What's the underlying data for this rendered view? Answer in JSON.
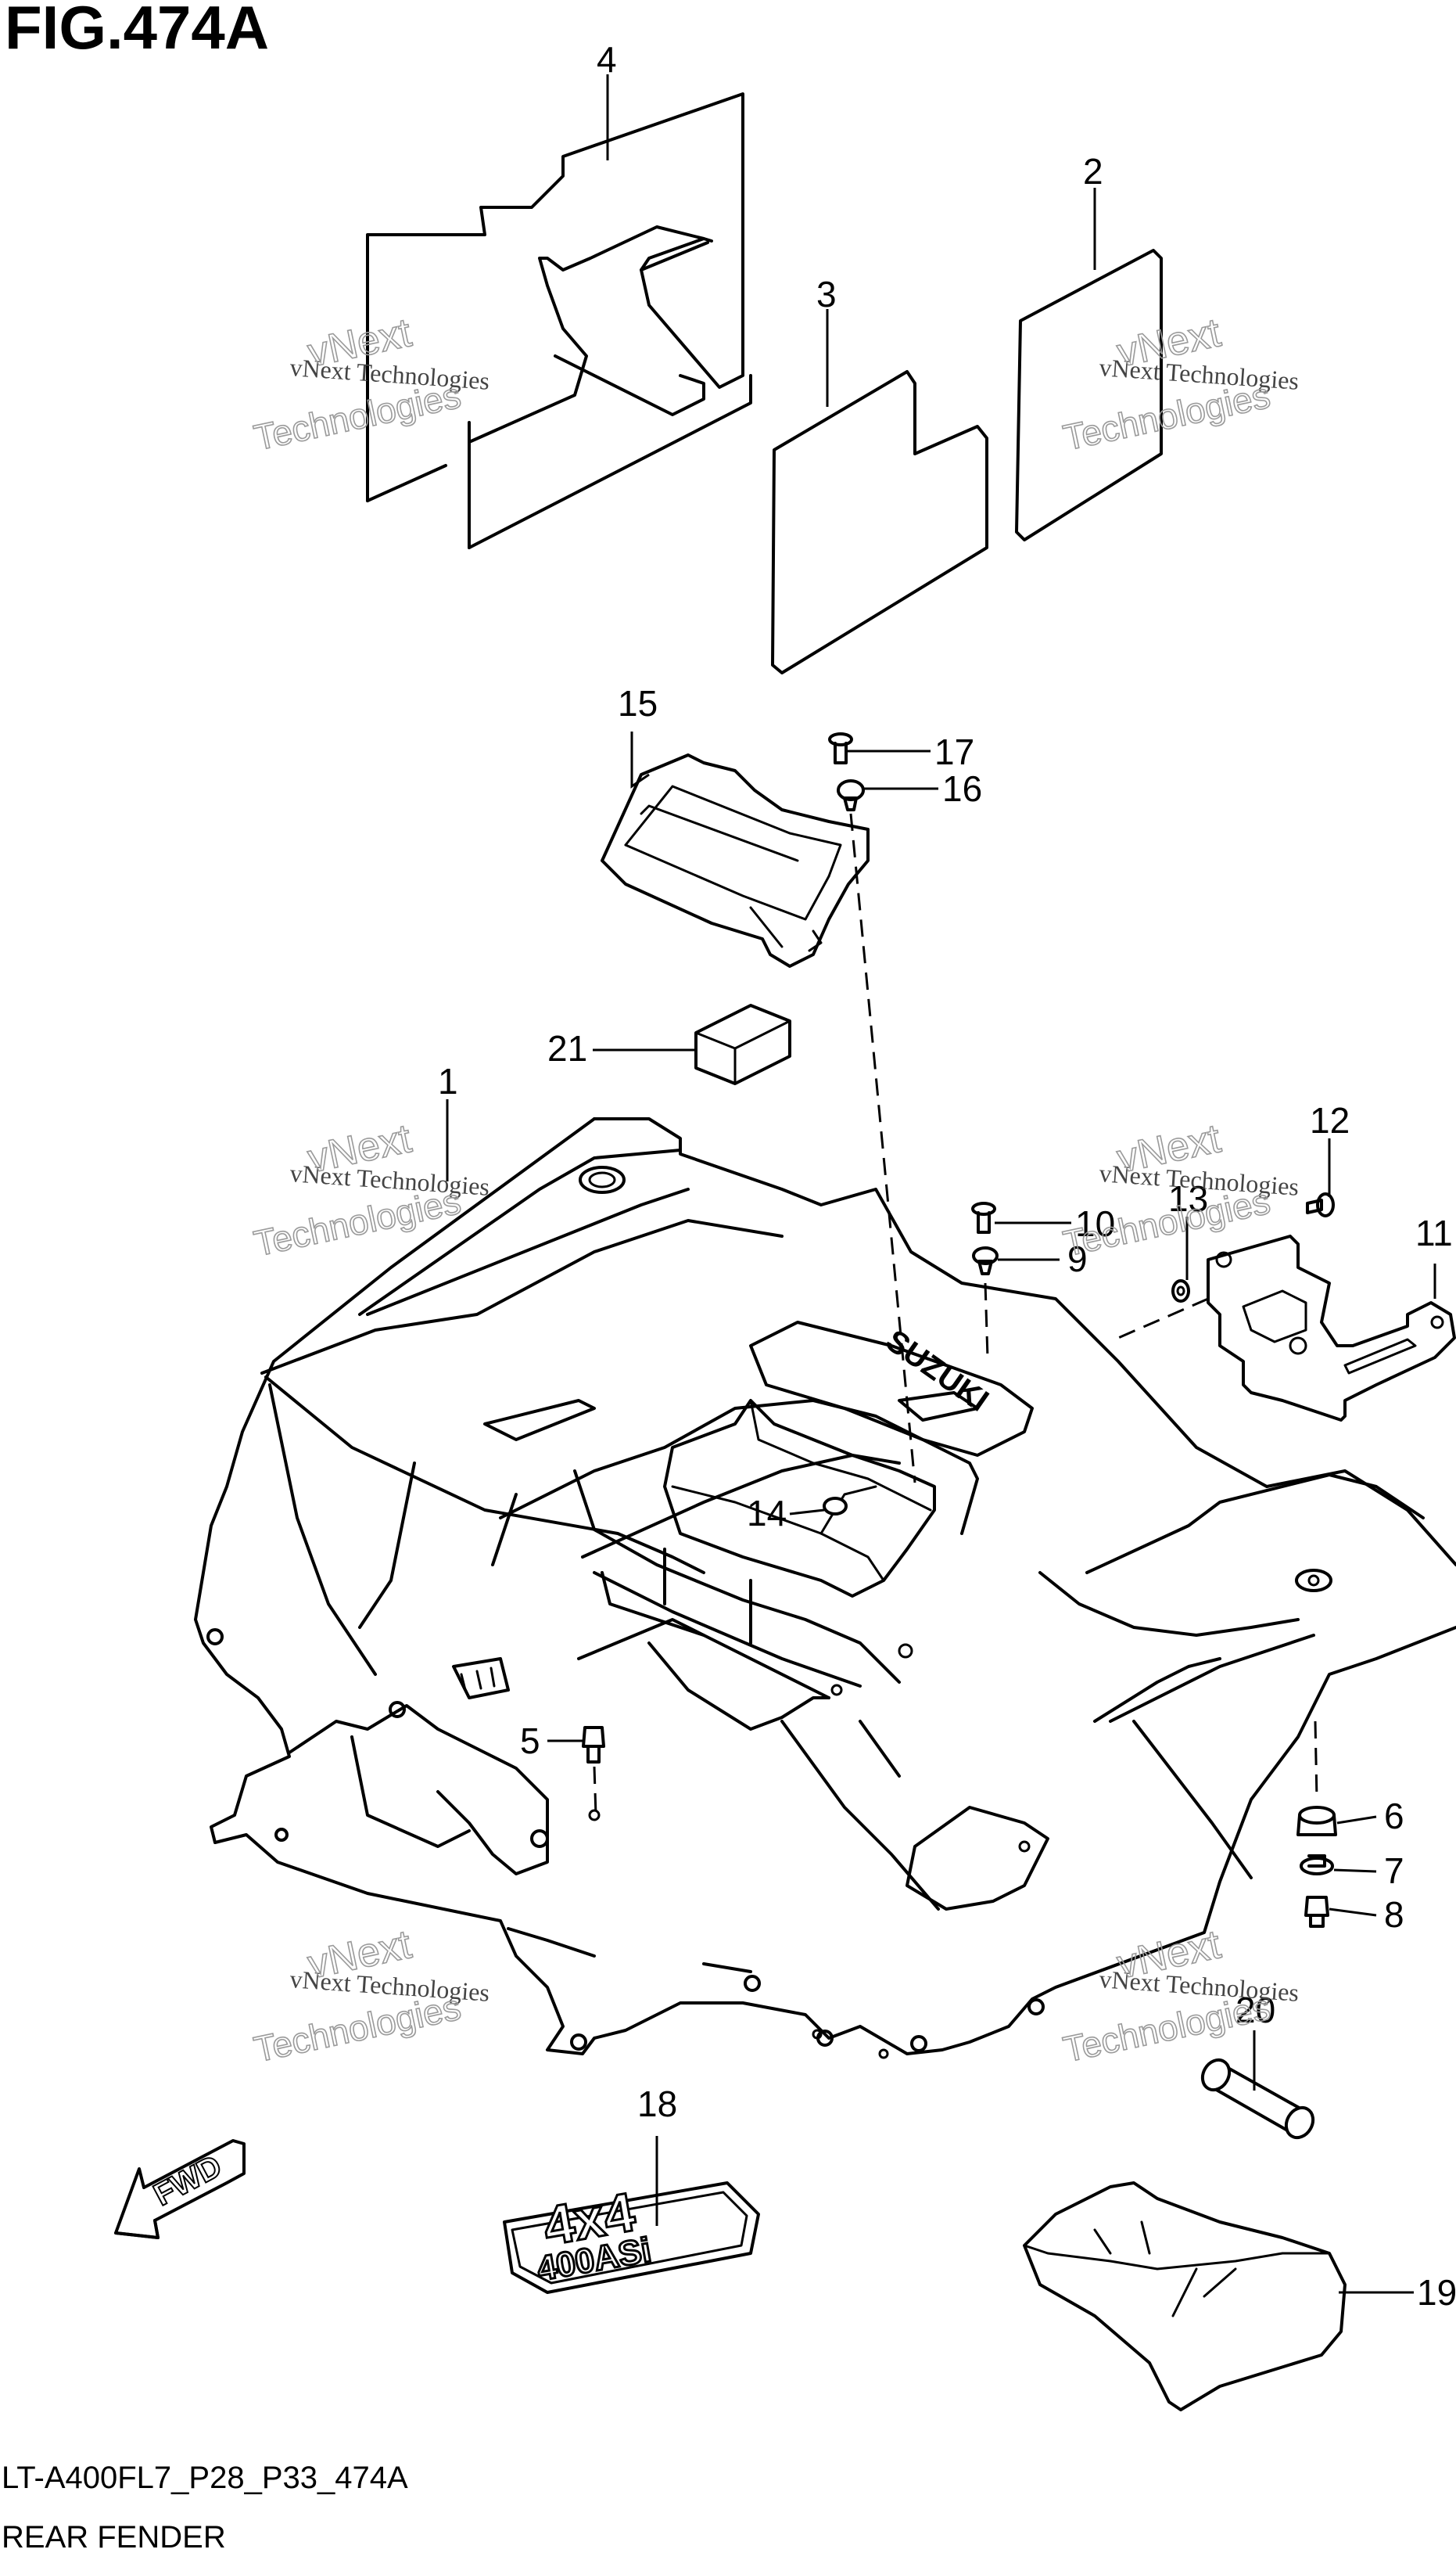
{
  "figure": {
    "title": "FIG.474A",
    "model_code": "LT-A400FL7_P28_P33_474A",
    "section_name": "REAR FENDER"
  },
  "callouts": [
    "1",
    "2",
    "3",
    "4",
    "5",
    "6",
    "7",
    "8",
    "9",
    "10",
    "11",
    "12",
    "13",
    "14",
    "15",
    "16",
    "17",
    "18",
    "19",
    "20",
    "21"
  ],
  "watermark": {
    "line1": "vNext Technologies",
    "word_a": "vNext",
    "word_b": "Technologies"
  },
  "decals": {
    "brand_mark": "SUZUKI",
    "badge_main": "4x4",
    "badge_sub": "400ASi",
    "fwd_arrow": "FWD"
  }
}
